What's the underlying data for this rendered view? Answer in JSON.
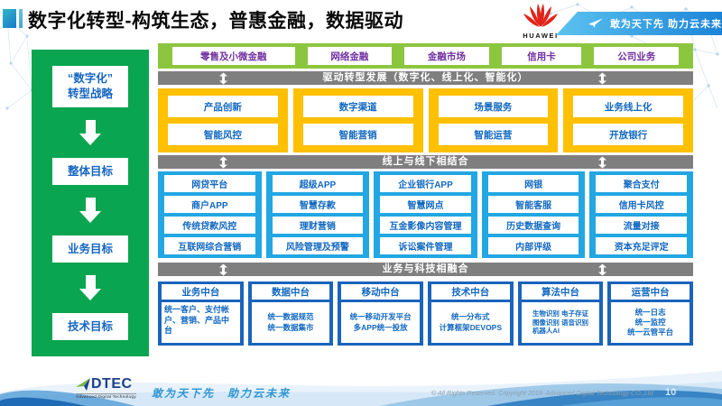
{
  "slide": {
    "title": "数字化转型-构筑生态，普惠金融，数据驱动",
    "page_number": "10"
  },
  "header": {
    "huawei_label": "HUAWEI",
    "banner_slogan": "敢为天下先 助力云未来"
  },
  "strategy": {
    "items": [
      "“数字化”\n转型战略",
      "整体目标",
      "业务目标",
      "技术目标"
    ]
  },
  "business_lines": [
    "零售及小微金融",
    "网络金融",
    "金融市场",
    "信用卡",
    "公司业务"
  ],
  "banners": {
    "drive_transform": "驱动转型发展（数字化、线上化、智能化）",
    "online_offline": "线上与线下相结合",
    "biz_tech_fusion": "业务与科技相融合"
  },
  "capabilities": {
    "row1": [
      "产品创新",
      "数字渠道",
      "场景服务",
      "业务线上化"
    ],
    "row2": [
      "智能风控",
      "智能营销",
      "智能运营",
      "开放银行"
    ]
  },
  "systems": {
    "rows": [
      [
        "网贷平台",
        "超级APP",
        "企业银行APP",
        "网银",
        "聚合支付"
      ],
      [
        "商户APP",
        "智慧存款",
        "智慧网点",
        "智能客服",
        "信用卡风控"
      ],
      [
        "传统贷款风控",
        "理财营销",
        "互金影像内容管理",
        "历史数据查询",
        "流量对接"
      ],
      [
        "互联网综合营销",
        "风险管理及预警",
        "诉讼案件管理",
        "内部评级",
        "资本充足评定"
      ]
    ]
  },
  "platforms": [
    {
      "title": "业务中台",
      "detail": "统一客户、支付帐户、营销、产品中台"
    },
    {
      "title": "数据中台",
      "detail": "统一数据规范\n统一数据集市"
    },
    {
      "title": "移动中台",
      "detail": "统一移动开发平台\n多APP统一投放"
    },
    {
      "title": "技术中台",
      "detail": "统一分布式\n计算框架DEVOPS"
    },
    {
      "title": "算法中台",
      "detail": "生物识别 电子存证\n图像识别 语音识别\n机器人AI"
    },
    {
      "title": "运营中台",
      "detail": "统一日志\n统一监控\n统一云管平台"
    }
  ],
  "footer": {
    "logo_text": "DTEC",
    "logo_subtext": "Advanced Digital Technology",
    "slogan": "敢为天下先　助力云未来",
    "copyright": "© All Rights Reserved. Copyright 2019. Advanced Digital Technology CO.,Ltd"
  },
  "colors": {
    "sidebar_green": "#0aa550",
    "band_green": "#8cc63f",
    "band_yellow": "#ffc000",
    "band_gray": "#7f7f7f",
    "band_blue_light": "#22a7e3",
    "band_blue_dark": "#1a64bc",
    "text_purple": "#7030a0",
    "text_blue": "#1168c0",
    "huawei_red": "#e2231a"
  }
}
